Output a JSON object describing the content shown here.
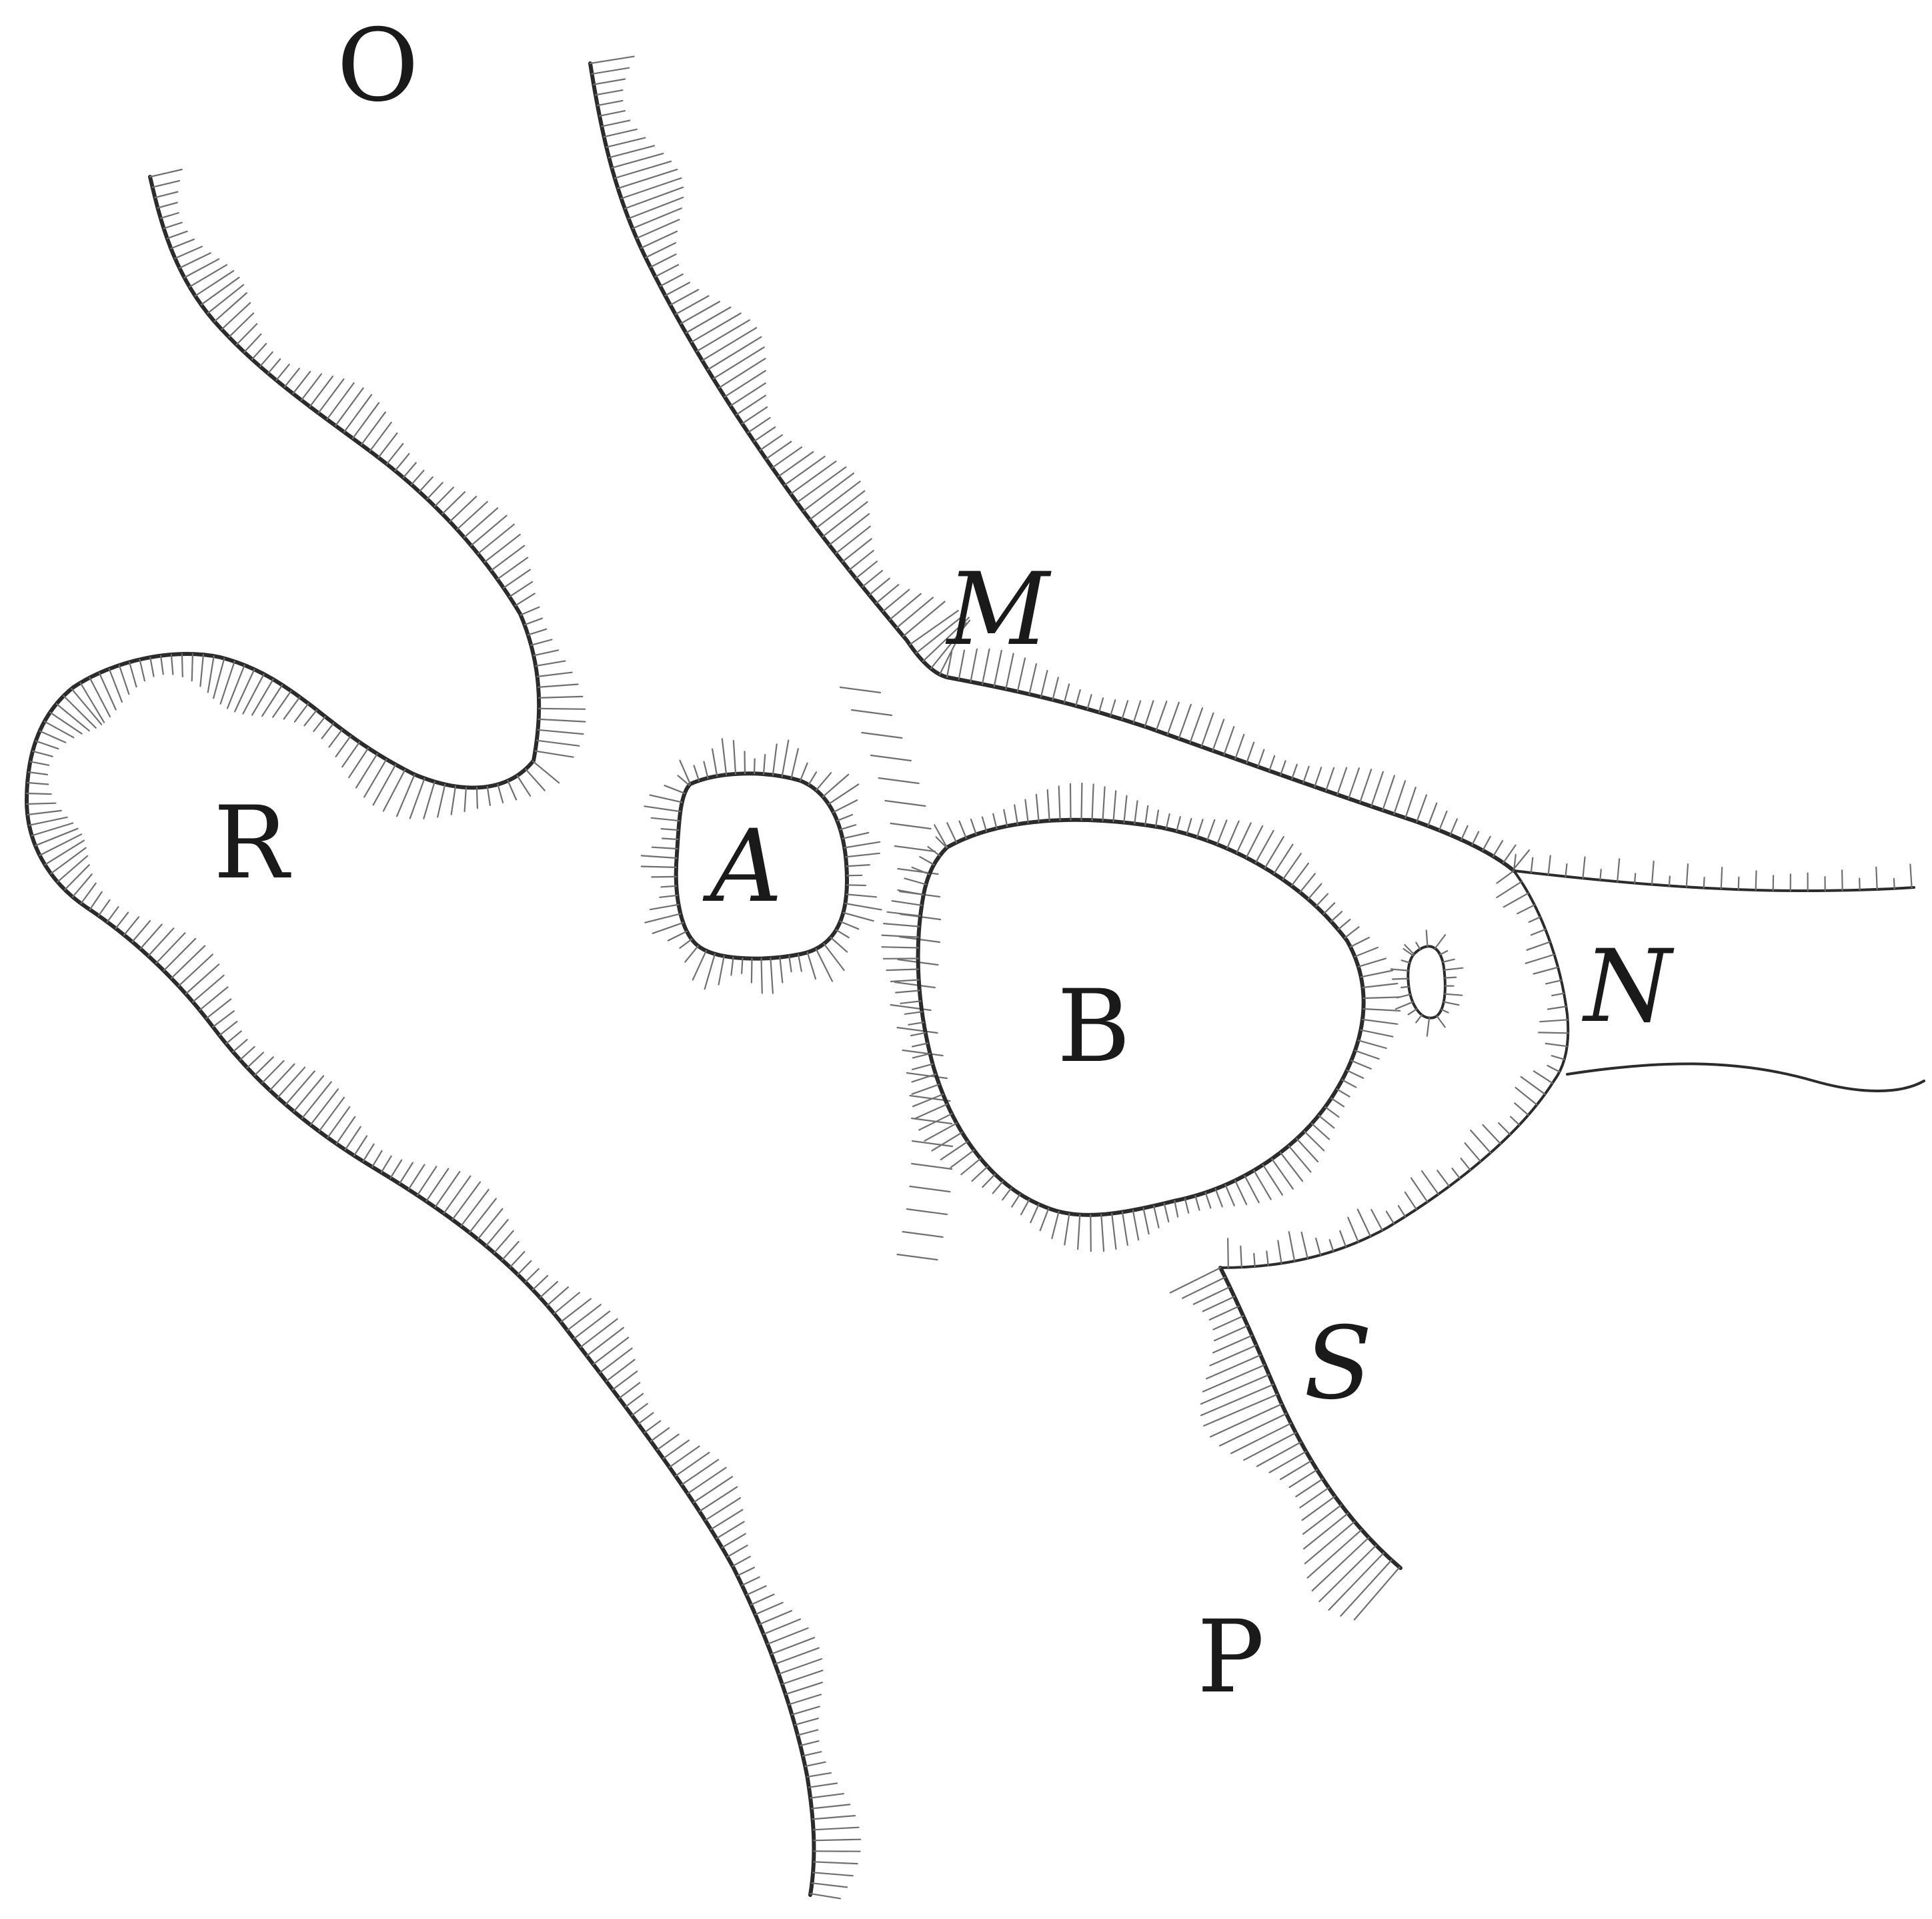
{
  "figure": {
    "labels": {
      "O": "O",
      "M": "M",
      "R": "R",
      "A": "A",
      "B": "B",
      "N": "N",
      "S": "S",
      "P": "P"
    }
  },
  "colors": {
    "ink": "#2b2b2b",
    "hachure": "#6f6f6f",
    "paper": "#ffffff"
  }
}
